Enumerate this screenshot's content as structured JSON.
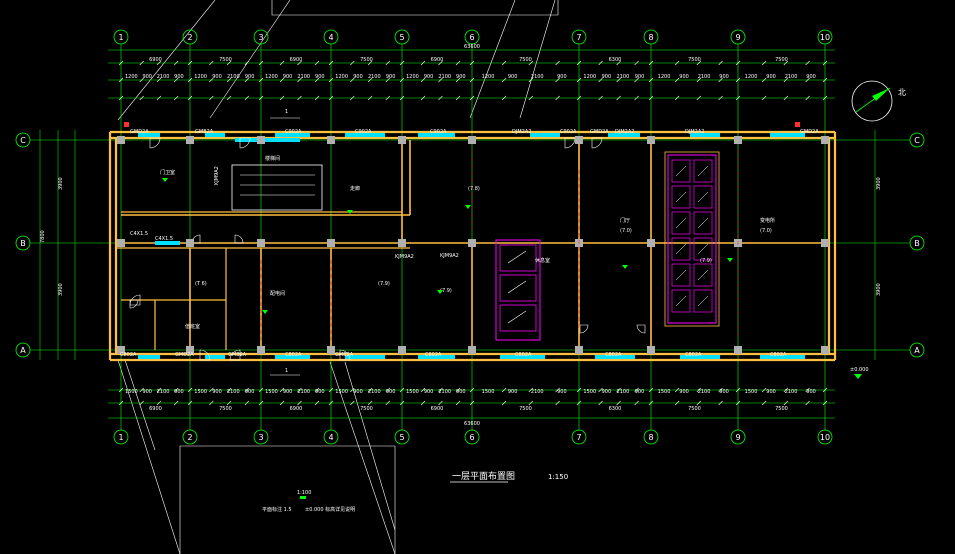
{
  "drawing": {
    "title": "一层平面布置图",
    "scale": "1:150",
    "north_label": "北",
    "colors": {
      "background": "#000000",
      "axis": "#00ff00",
      "wall": "#ffc040",
      "window": "#00e0ff",
      "door": "#ffffff",
      "column": "#b0b0b0",
      "text": "#ffffff",
      "red": "#ff3030",
      "equipment": "#ff00ff",
      "green_text": "#00ff00"
    },
    "grid_columns": [
      "1",
      "2",
      "3",
      "4",
      "5",
      "6",
      "7",
      "8",
      "9",
      "10"
    ],
    "grid_rows": [
      "C",
      "B",
      "A"
    ],
    "top_dims_overall": [
      "6900",
      "7500",
      "6900",
      "7500",
      "6900",
      "7500",
      "6300",
      "7500",
      "7500"
    ],
    "top_dims_total": "63600",
    "bottom_dims_overall": [
      "6900",
      "7500",
      "6900",
      "7500",
      "6900",
      "7500",
      "6300",
      "7500",
      "7500"
    ],
    "bottom_dims_total": "63600",
    "left_dims": [
      "3900",
      "3900",
      "7800"
    ],
    "right_dims": [
      "3900",
      "3900"
    ],
    "window_labels_top": [
      "GMD2A",
      "GMB2A",
      "C902A",
      "C902A",
      "C902A",
      "DJM2A2",
      "C902A",
      "GMD2A",
      "DJM2A2",
      "DJM2A2",
      "GMD2A"
    ],
    "window_labels_bottom": [
      "C802A",
      "GMD2A",
      "GMB2A",
      "C802A",
      "GMB2A",
      "C802A",
      "C802A",
      "C802A",
      "C802A",
      "C802A"
    ],
    "room_labels": [
      "门卫室",
      "楼梯间",
      "(T 6)",
      "配电间",
      "走廊",
      "(7.8)",
      "门厅",
      "(7.0)",
      "变电所",
      "(7.0)",
      "值班室",
      "(7.9)",
      "(7.9)",
      "休息室",
      "(7.9)"
    ],
    "misc_labels": [
      "KJM9A2",
      "KJM9A2",
      "C4X1.5",
      "C4X1.5",
      "KJM9A2"
    ],
    "bottom_note_1": "1:100",
    "bottom_note_2": "平面标注 1.5",
    "bottom_note_3": "±0.000 标高详见说明",
    "marker_num": "1",
    "mark_ft": "±0.000"
  }
}
